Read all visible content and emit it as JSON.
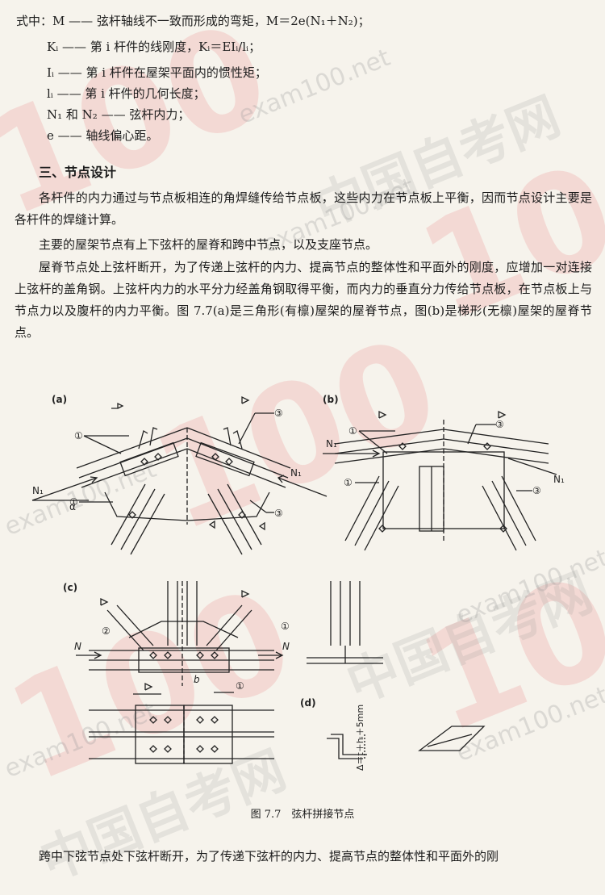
{
  "watermark": {
    "logo": "100",
    "url": "exam100.net",
    "site_name": "中国自考网"
  },
  "formula_block": {
    "intro": "式中：M —— 弦杆轴线不一致而形成的弯矩，M＝2e(N₁＋N₂)；",
    "definitions": [
      "Kᵢ —— 第 i 杆件的线刚度，Kᵢ＝EIᵢ/lᵢ；",
      "Iᵢ —— 第 i 杆件在屋架平面内的惯性矩；",
      "lᵢ —— 第 i 杆件的几何长度；",
      "N₁ 和 N₂ —— 弦杆内力；",
      "e —— 轴线偏心距。"
    ]
  },
  "section_heading": "三、节点设计",
  "paragraphs": [
    "各杆件的内力通过与节点板相连的角焊缝传给节点板，这些内力在节点板上平衡，因而节点设计主要是各杆件的焊缝计算。",
    "主要的屋架节点有上下弦杆的屋脊和跨中节点，以及支座节点。",
    "屋脊节点处上弦杆断开，为了传递上弦杆的内力、提高节点的整体性和平面外的刚度，应增加一对连接上弦杆的盖角钢。上弦杆内力的水平分力经盖角钢取得平衡，而内力的垂直分力传给节点板，在节点板上与节点力以及腹杆的内力平衡。图 7.7(a)是三角形(有檩)屋架的屋脊节点，图(b)是梯形(无檩)屋架的屋脊节点。"
  ],
  "figure": {
    "caption": "图 7.7　弦杆拼接节点",
    "panel_labels": {
      "a": "(a)",
      "b": "(b)",
      "c": "(c)",
      "d": "(d)"
    },
    "annotations": {
      "n1": "N₁",
      "alpha": "α",
      "n": "N",
      "b": "b",
      "weld_1": "①",
      "weld_2": "②",
      "weld_3": "③",
      "gap_formula": "Δ＝t＋hᵢ＋5mm"
    }
  },
  "bottom_text": "跨中下弦节点处下弦杆断开，为了传递下弦杆的内力、提高节点的整体性和平面外的刚"
}
